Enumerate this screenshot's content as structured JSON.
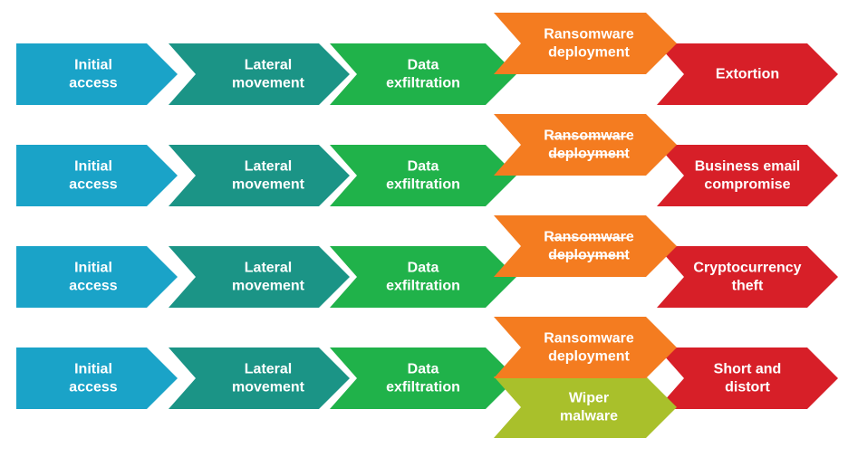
{
  "colors": {
    "initial": "#1aa3c8",
    "lateral": "#1b9486",
    "exfil": "#20b24a",
    "ransom": "#f47c20",
    "final": "#d71f28",
    "wiper": "#a9c02b",
    "text": "#ffffff"
  },
  "rows": [
    {
      "initial": [
        "Initial",
        "access"
      ],
      "lateral": [
        "Lateral",
        "movement"
      ],
      "exfil": [
        "Data",
        "exfiltration"
      ],
      "ransom": [
        "Ransomware",
        "deployment"
      ],
      "ransom_struck": false,
      "final": [
        "Extortion"
      ],
      "wiper": null
    },
    {
      "initial": [
        "Initial",
        "access"
      ],
      "lateral": [
        "Lateral",
        "movement"
      ],
      "exfil": [
        "Data",
        "exfiltration"
      ],
      "ransom": [
        "Ransomware",
        "deployment"
      ],
      "ransom_struck": true,
      "final": [
        "Business email",
        "compromise"
      ],
      "wiper": null
    },
    {
      "initial": [
        "Initial",
        "access"
      ],
      "lateral": [
        "Lateral",
        "movement"
      ],
      "exfil": [
        "Data",
        "exfiltration"
      ],
      "ransom": [
        "Ransomware",
        "deployment"
      ],
      "ransom_struck": true,
      "final": [
        "Cryptocurrency",
        "theft"
      ],
      "wiper": null
    },
    {
      "initial": [
        "Initial",
        "access"
      ],
      "lateral": [
        "Lateral",
        "movement"
      ],
      "exfil": [
        "Data",
        "exfiltration"
      ],
      "ransom": [
        "Ransomware",
        "deployment"
      ],
      "ransom_struck": false,
      "final": [
        "Short and",
        "distort"
      ],
      "wiper": [
        "Wiper",
        "malware"
      ]
    }
  ]
}
